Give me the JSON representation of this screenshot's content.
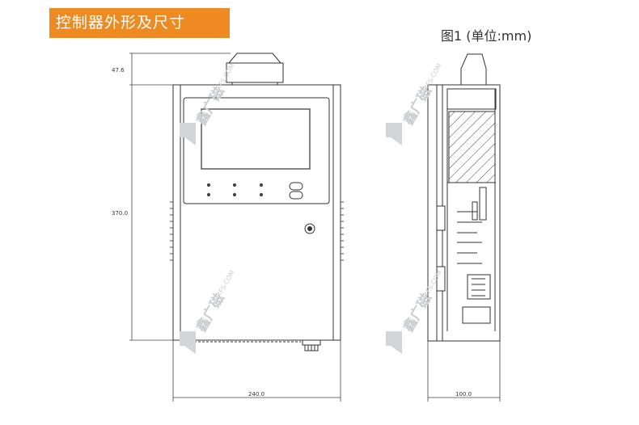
{
  "title": "控制器外形及尺寸",
  "figure_caption": "图1 (单位:mm)",
  "dimensions": {
    "top_offset": "47.6",
    "height": "370.0",
    "width": "240.0",
    "depth": "100.0"
  },
  "watermark": {
    "brand": "鑫广磁",
    "domain": "XFS.COM"
  }
}
